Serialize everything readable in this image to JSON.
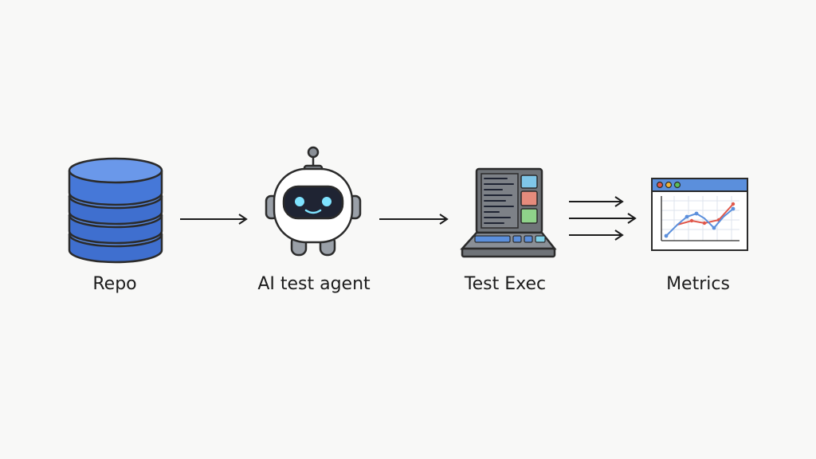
{
  "diagram": {
    "nodes": [
      {
        "label": "Repo",
        "icon": "database-icon"
      },
      {
        "label": "AI test agent",
        "icon": "robot-icon"
      },
      {
        "label": "Test Exec",
        "icon": "terminal-machine-icon"
      },
      {
        "label": "Metrics",
        "icon": "line-chart-window-icon"
      }
    ],
    "connectors": [
      {
        "from": "Repo",
        "to": "AI test agent",
        "style": "single-arrow"
      },
      {
        "from": "AI test agent",
        "to": "Test Exec",
        "style": "single-arrow"
      },
      {
        "from": "Test Exec",
        "to": "Metrics",
        "style": "triple-arrow"
      }
    ],
    "colors": {
      "background": "#f8f8f7",
      "database_blue": "#4d7fde",
      "outline": "#2b2b2b",
      "robot_face": "#1f2433",
      "robot_eyes": "#7fe3ff",
      "machine_gray": "#6f7378",
      "chart_blue": "#5b8fdc",
      "chart_red": "#e0574a",
      "window_dot_red": "#e0574a",
      "window_dot_yellow": "#f1b53b",
      "window_dot_green": "#5bbf5b"
    }
  }
}
